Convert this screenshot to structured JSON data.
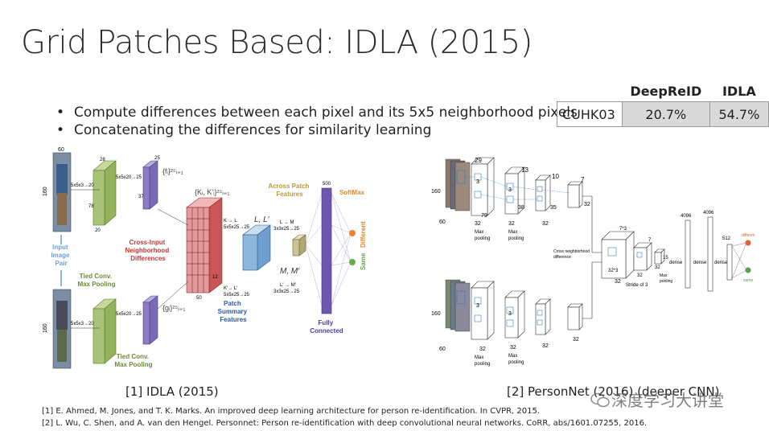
{
  "slide": {
    "title": "Grid Patches Based: IDLA (2015)",
    "bullets": [
      "Compute differences between each pixel and its 5x5 neighborhood pixels",
      "Concatenating the differences for similarity learning"
    ]
  },
  "comparison_table": {
    "headers": [
      "DeepReID",
      "IDLA"
    ],
    "rows": [
      {
        "dataset": "CUHK03",
        "deepreid": "20.7%",
        "idla": "54.7%"
      }
    ]
  },
  "figure_left": {
    "caption": "[1] IDLA (2015)",
    "labels": {
      "input_image_pair": [
        "Input",
        "Image",
        "Pair"
      ],
      "tied_conv_max_pool": [
        "Tied Conv.",
        "Max Pooling"
      ],
      "cross_input": [
        "Cross-Input",
        "Neighborhood",
        "Differences"
      ],
      "patch_summary": [
        "Patch",
        "Summary",
        "Features"
      ],
      "across_patch": [
        "Across Patch",
        "Features"
      ],
      "fully_connected": [
        "Fully",
        "Connected"
      ],
      "softmax": "SoftMax",
      "different": "Different",
      "same": "Same",
      "conv_size_1": "5x5x3→20",
      "conv_size_2": "5x5x20→25",
      "f_set": "{fᵢ}²⁵ᵢ₌₁",
      "g_set": "{gᵢ}²⁵ᵢ₌₁",
      "k_set": "{Kᵢ, K′ᵢ}²⁵ᵢ₌₁",
      "k_to_l": "K → L",
      "kp_to_lp": "K′→ L′",
      "l_pair": "L, L′",
      "m_pair": "M, M′",
      "l_to_m": "L → M",
      "lp_to_mp": "L′ → M′",
      "conv3": "3x3x25→25",
      "conv_l": "5x5x25→25",
      "num_160": "160",
      "num_60": "60",
      "num_500": "500",
      "num_50": "50",
      "num_28": "28",
      "num_25": "25",
      "num_37": "37",
      "num_12": "12",
      "num_78": "78",
      "num_20": "20"
    }
  },
  "figure_right": {
    "caption": "[2] PersonNet (2016) (deeper CNN)",
    "labels": {
      "cross_neighborhood": [
        "Cross neighborhood",
        "difference"
      ],
      "stride": "Stride of 3",
      "max_pooling": [
        "Max",
        "pooling"
      ],
      "dense": "dense",
      "differen": "differen",
      "same": "same",
      "n160": "160",
      "n60": "60",
      "n29": "29",
      "n13": "13",
      "n10": "10",
      "n7": "7",
      "n3": "3",
      "n79": "79",
      "n38": "38",
      "n35": "35",
      "n32": "32",
      "n4096": "4096",
      "n512": "512",
      "n15": "15",
      "n32x3": "32*3",
      "n7x3": "7*3"
    }
  },
  "references": [
    "[1] E. Ahmed, M. Jones, and T. K. Marks. An improved deep learning architecture for person re-identification. In CVPR, 2015.",
    "[2] L. Wu, C. Shen, and A. van den Hengel. Personnet: Person re-identification with deep convolutional neural networks. CoRR, abs/1601.07255, 2016."
  ],
  "watermark": "深度学习大讲堂",
  "colors": {
    "green": "#a9c47a",
    "purple": "#8e7cc3",
    "red": "#d96b6b",
    "blue": "#8fb7dc",
    "khaki": "#c9c29a",
    "fc_purple": "#6d57b0",
    "orange": "#e8872a",
    "same_green": "#6aaa4f",
    "table_fill": "#d9d9d9"
  }
}
